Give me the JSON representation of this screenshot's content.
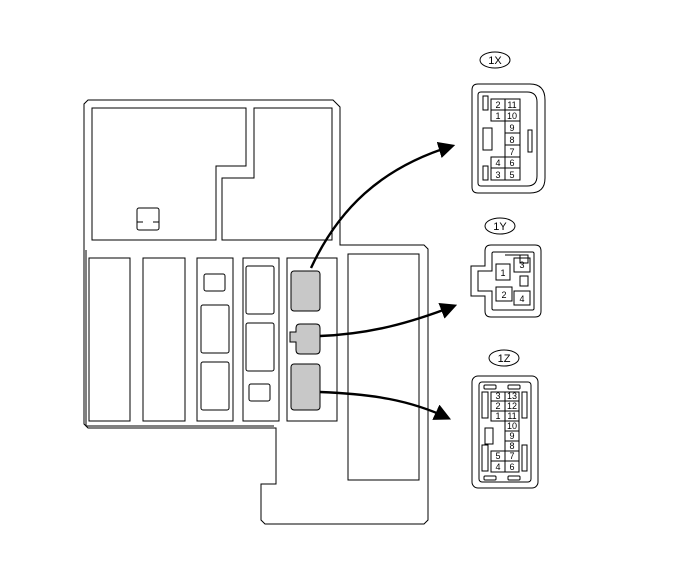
{
  "connectors": [
    {
      "id": "1X",
      "pins": [
        "2",
        "11",
        "1",
        "10",
        "9",
        "8",
        "7",
        "4",
        "6",
        "3",
        "5"
      ]
    },
    {
      "id": "1Y",
      "pins": [
        "1",
        "3",
        "2",
        "4"
      ]
    },
    {
      "id": "1Z",
      "pins": [
        "3",
        "13",
        "2",
        "12",
        "1",
        "11",
        "10",
        "9",
        "8",
        "5",
        "7",
        "4",
        "6"
      ]
    }
  ],
  "colors": {
    "line": "#000000",
    "highlight": "#c8c8c8",
    "background": "#ffffff"
  }
}
